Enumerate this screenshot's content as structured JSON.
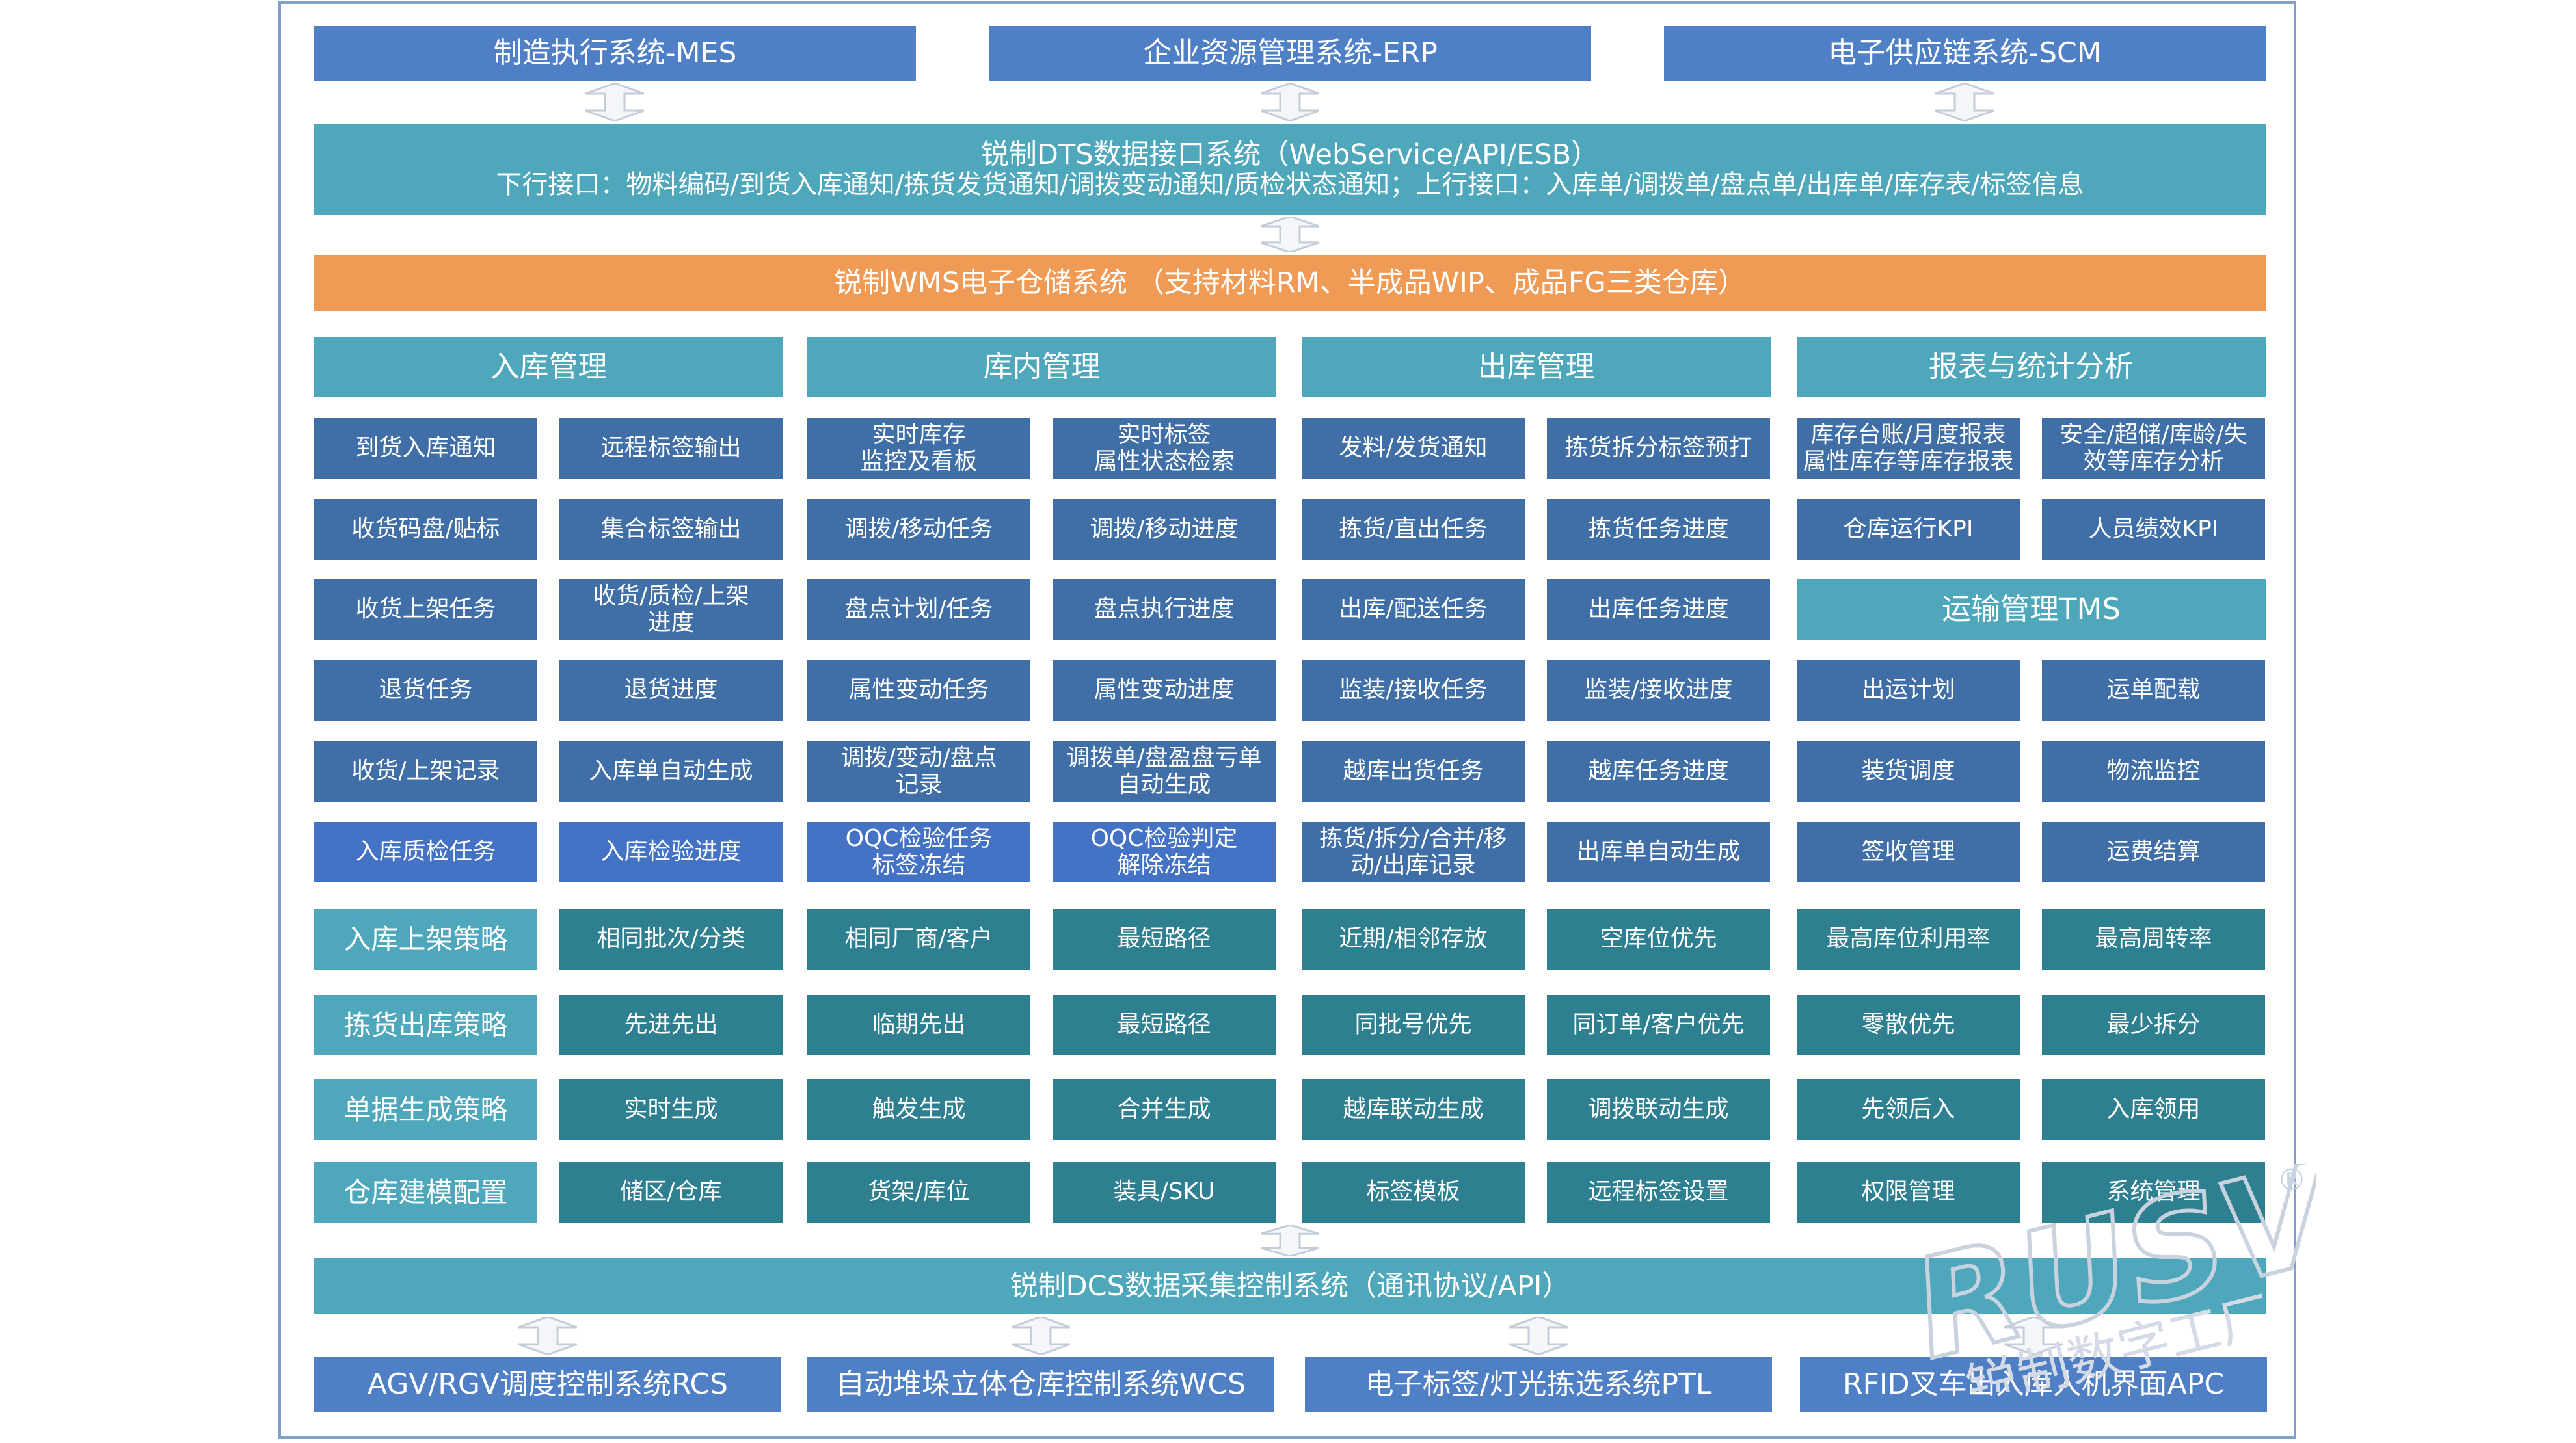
{
  "top_systems": [
    "制造执行系统-MES",
    "企业资源管理系统-ERP",
    "电子供应链系统-SCM"
  ],
  "dts": {
    "title": "锐制DTS数据接口系统（WebService/API/ESB）",
    "subtitle": "下行接口：物料编码/到货入库通知/拣货发货通知/调拨变动通知/质检状态通知；上行接口：入库单/调拨单/盘点单/出库单/库存表/标签信息"
  },
  "wms": {
    "title": "锐制WMS电子仓储系统 （支持材料RM、半成品WIP、成品FG三类仓库）"
  },
  "modules": [
    "入库管理",
    "库内管理",
    "出库管理",
    "报表与统计分析"
  ],
  "rows": [
    [
      "到货入库通知",
      "远程标签输出",
      "实时库存\n监控及看板",
      "实时标签\n属性状态检索",
      "发料/发货通知",
      "拣货拆分标签预打",
      "库存台账/月度报表\n属性库存等库存报表",
      "安全/超储/库龄/失\n效等库存分析"
    ],
    [
      "收货码盘/贴标",
      "集合标签输出",
      "调拨/移动任务",
      "调拨/移动进度",
      "拣货/直出任务",
      "拣货任务进度",
      "仓库运行KPI",
      "人员绩效KPI"
    ],
    [
      "收货上架任务",
      "收货/质检/上架\n进度",
      "盘点计划/任务",
      "盘点执行进度",
      "出库/配送任务",
      "出库任务进度"
    ],
    [
      "退货任务",
      "退货进度",
      "属性变动任务",
      "属性变动进度",
      "监装/接收任务",
      "监装/接收进度",
      "出运计划",
      "运单配载"
    ],
    [
      "收货/上架记录",
      "入库单自动生成",
      "调拨/变动/盘点\n记录",
      "调拨单/盘盈盘亏单\n自动生成",
      "越库出货任务",
      "越库任务进度",
      "装货调度",
      "物流监控"
    ],
    [
      "入库质检任务",
      "入库检验进度",
      "OQC检验任务\n标签冻结",
      "OQC检验判定\n解除冻结",
      "拣货/拆分/合并/移\n动/出库记录",
      "出库单自动生成",
      "签收管理",
      "运费结算"
    ]
  ],
  "tms": {
    "title": "运输管理TMS"
  },
  "strategies": [
    {
      "label": "入库上架策略",
      "items": [
        "相同批次/分类",
        "相同厂商/客户",
        "最短路径",
        "近期/相邻存放",
        "空库位优先",
        "最高库位利用率",
        "最高周转率"
      ]
    },
    {
      "label": "拣货出库策略",
      "items": [
        "先进先出",
        "临期先出",
        "最短路径",
        "同批号优先",
        "同订单/客户优先",
        "零散优先",
        "最少拆分"
      ]
    },
    {
      "label": "单据生成策略",
      "items": [
        "实时生成",
        "触发生成",
        "合并生成",
        "越库联动生成",
        "调拨联动生成",
        "先领后入",
        "入库领用"
      ]
    },
    {
      "label": "仓库建模配置",
      "items": [
        "储区/仓库",
        "货架/库位",
        "装具/SKU",
        "标签模板",
        "远程标签设置",
        "权限管理",
        "系统管理"
      ]
    }
  ],
  "dcs": {
    "title": "锐制DCS数据采集控制系统（通讯协议/API）"
  },
  "bottom_systems": [
    "AGV/RGV调度控制系统RCS",
    "自动堆垛立体仓库控制系统WCS",
    "电子标签/灯光拣选系统PTL",
    "RFID叉车出入库人机界面APC"
  ],
  "watermark": {
    "brand": "RUSVO",
    "text": "锐制数字工厂",
    "mark": "®"
  },
  "colors": {
    "top": "#4f7fc4",
    "dts": "#4fa7bc",
    "wms": "#ef9a55",
    "cell": "#3f6fa6",
    "cell_highlight": "#4472c4",
    "strategy": "#2e8090",
    "frame": "#7f9fc8"
  }
}
